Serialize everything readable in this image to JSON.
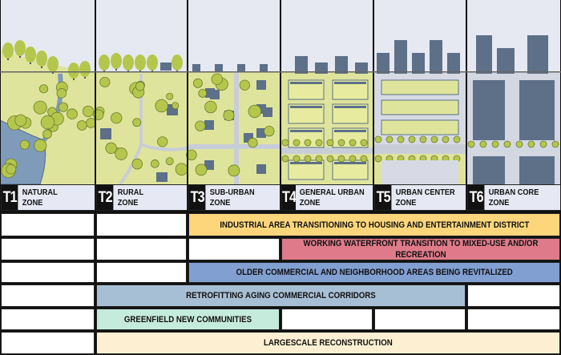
{
  "zones": [
    {
      "code": "T1",
      "line1": "NATURAL",
      "line2": "ZONE"
    },
    {
      "code": "T2",
      "line1": "RURAL",
      "line2": "ZONE"
    },
    {
      "code": "T3",
      "line1": "SUB-URBAN",
      "line2": "ZONE"
    },
    {
      "code": "T4",
      "line1": "GENERAL URBAN",
      "line2": "ZONE"
    },
    {
      "code": "T5",
      "line1": "URBAN CENTER",
      "line2": "ZONE"
    },
    {
      "code": "T6",
      "line1": "URBAN CORE",
      "line2": "ZONE"
    }
  ],
  "bands": [
    {
      "label": "INDUSTRIAL AREA TRANSITIONING TO HOUSING AND ENTERTAINMENT DISTRICT",
      "from": "T3",
      "to": "T6",
      "color": "#fdd67c"
    },
    {
      "label": "WORKING WATERFRONT TRANSITION TO MIXED-USE AND/OR RECREATION",
      "from": "T4",
      "to": "T6",
      "color": "#de7a89"
    },
    {
      "label": "OLDER COMMERCIAL AND NEIGHBORHOOD AREAS BEING REVITALIZED",
      "from": "T3",
      "to": "T6",
      "color": "#819fd0"
    },
    {
      "label": "RETROFITTING AGING COMMERCIAL CORRIDORS",
      "from": "T2",
      "to": "T5",
      "color": "#a7bfd5"
    },
    {
      "label": "GREENFIELD NEW COMMUNITIES",
      "from": "T2",
      "to": "T3",
      "color": "#c5ebdc"
    },
    {
      "label": "LARGESCALE RECONSTRUCTION",
      "from": "T2",
      "to": "T6",
      "color": "#fdf0d2"
    }
  ],
  "colors": {
    "sky": "#e6e8f2",
    "ground": "#dfe49c",
    "tree": "#b4c74c",
    "building": "#5d7088",
    "street": "#c9cdd8",
    "water": "#7f9bba"
  }
}
